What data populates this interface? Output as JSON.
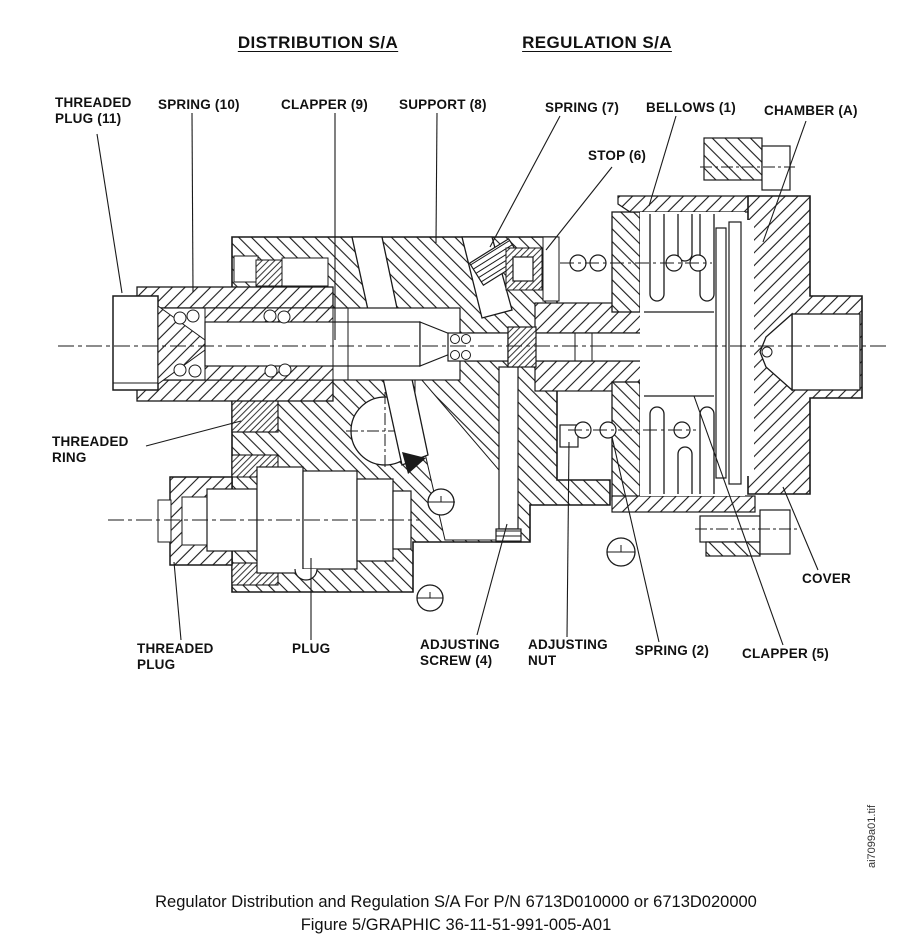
{
  "titles": {
    "distribution": "DISTRIBUTION S/A",
    "regulation": "REGULATION S/A"
  },
  "labels": {
    "threaded_plug_11": "THREADED\nPLUG (11)",
    "spring_10": "SPRING (10)",
    "clapper_9": "CLAPPER (9)",
    "support_8": "SUPPORT (8)",
    "spring_7": "SPRING (7)",
    "stop_6": "STOP (6)",
    "bellows_1": "BELLOWS (1)",
    "chamber_a": "CHAMBER (A)",
    "threaded_ring": "THREADED\nRING",
    "cover": "COVER",
    "threaded_plug_bottom": "THREADED\nPLUG",
    "plug": "PLUG",
    "adjusting_screw_4": "ADJUSTING\nSCREW (4)",
    "adjusting_nut": "ADJUSTING\nNUT",
    "spring_2": "SPRING (2)",
    "clapper_5": "CLAPPER (5)"
  },
  "caption": {
    "line1": "Regulator Distribution and Regulation S/A For P/N 6713D010000 or 6713D020000",
    "line2": "Figure 5/GRAPHIC 36-11-51-991-005-A01"
  },
  "watermark": "ai7099a01.tif",
  "colors": {
    "line": "#1a1a1a",
    "background": "#ffffff"
  }
}
